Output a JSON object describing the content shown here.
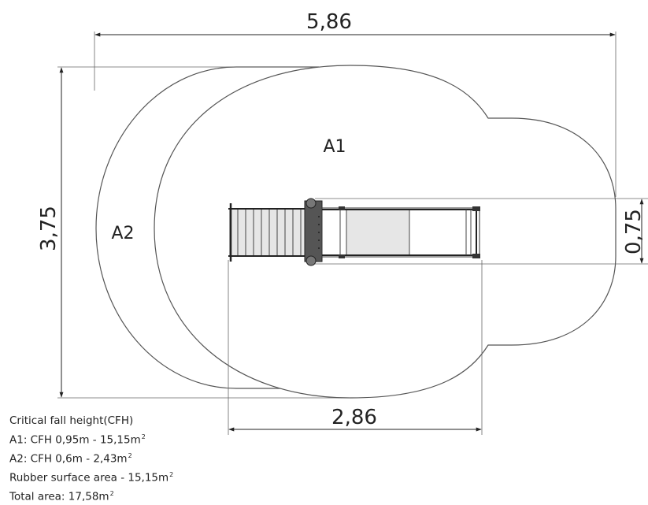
{
  "dimensions": {
    "overall_width": "5,86",
    "overall_height": "3,75",
    "equipment_width": "0,75",
    "equipment_length": "2,86"
  },
  "areas": {
    "a1_label": "A1",
    "a2_label": "A2"
  },
  "legend": {
    "heading": "Critical fall height(CFH)",
    "a1_text": "A1: CFH 0,95m - 15,15m",
    "a2_text": "A2: CFH 0,6m - 2,43m",
    "rubber_text": "Rubber surface area - 15,15m",
    "total_text": "Total area: 17,58m",
    "area_unit_superscript": "2"
  }
}
